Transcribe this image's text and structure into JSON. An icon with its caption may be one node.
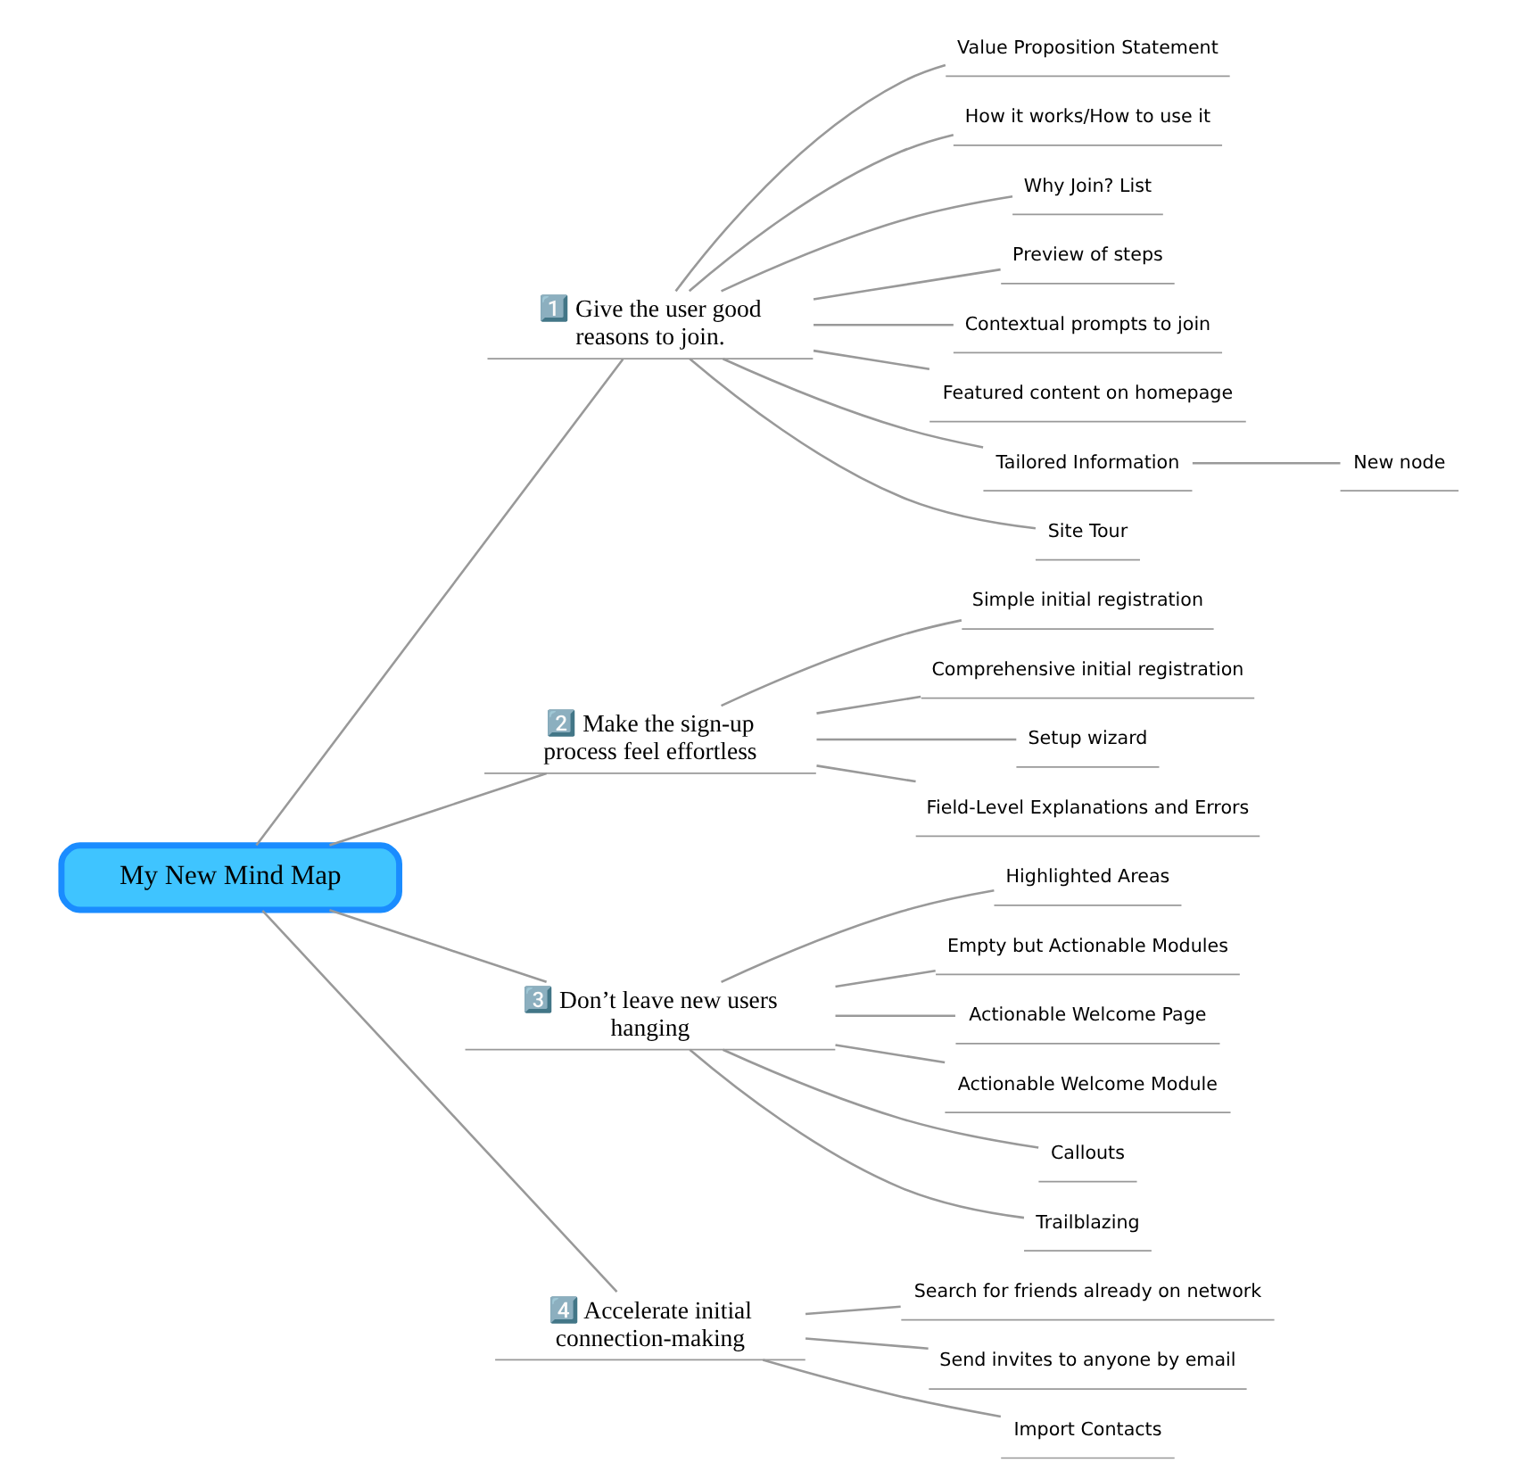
{
  "diagram": {
    "nodes": [
      {
        "text": [
          "My New Mind Map"
        ]
      },
      {
        "text": [
          "1️⃣ Give the user good reasons to join."
        ]
      },
      {
        "text": [
          "Value Proposition Statement"
        ]
      },
      {
        "text": [
          "How it works/How to use it"
        ]
      },
      {
        "text": [
          "Why Join? List"
        ]
      },
      {
        "text": [
          "Preview of steps"
        ]
      },
      {
        "text": [
          "Contextual prompts to join"
        ]
      },
      {
        "text": [
          "Featured content on homepage"
        ]
      },
      {
        "text": [
          "Tailored Information"
        ]
      },
      {
        "text": [
          "New node"
        ]
      },
      {
        "text": [
          "Site Tour"
        ]
      },
      {
        "text": [
          "2️⃣ Make the sign-up process feel effortless"
        ]
      },
      {
        "text": [
          "Simple initial registration"
        ]
      },
      {
        "text": [
          "Comprehensive initial registration"
        ]
      },
      {
        "text": [
          "Setup wizard"
        ]
      },
      {
        "text": [
          "Field-Level Explanations and Errors"
        ]
      },
      {
        "text": [
          "3️⃣ Don’t leave new users hanging"
        ]
      },
      {
        "text": [
          "Highlighted Areas"
        ]
      },
      {
        "text": [
          "Empty but Actionable Modules"
        ]
      },
      {
        "text": [
          "Actionable Welcome Page"
        ]
      },
      {
        "text": [
          "Actionable Welcome Module"
        ]
      },
      {
        "text": [
          "Callouts"
        ]
      },
      {
        "text": [
          "Trailblazing"
        ]
      },
      {
        "text": [
          "4️⃣ Accelerate initial connection-making"
        ]
      },
      {
        "text": [
          "Search for friends already on network"
        ]
      },
      {
        "text": [
          "Send invites to anyone by email"
        ]
      },
      {
        "text": [
          "Import Contacts"
        ]
      }
    ],
    "edges": [
      {
        "from": 0,
        "to": 1,
        "arrow": "none"
      },
      {
        "from": 1,
        "to": 2,
        "arrow": "none"
      },
      {
        "from": 1,
        "to": 3,
        "arrow": "none"
      },
      {
        "from": 1,
        "to": 4,
        "arrow": "none"
      },
      {
        "from": 1,
        "to": 5,
        "arrow": "none"
      },
      {
        "from": 1,
        "to": 6,
        "arrow": "none"
      },
      {
        "from": 1,
        "to": 7,
        "arrow": "none"
      },
      {
        "from": 1,
        "to": 8,
        "arrow": "none"
      },
      {
        "from": 8,
        "to": 9,
        "arrow": "none"
      },
      {
        "from": 1,
        "to": 10,
        "arrow": "none"
      },
      {
        "from": 0,
        "to": 11,
        "arrow": "none"
      },
      {
        "from": 11,
        "to": 12,
        "arrow": "none"
      },
      {
        "from": 11,
        "to": 13,
        "arrow": "none"
      },
      {
        "from": 11,
        "to": 14,
        "arrow": "none"
      },
      {
        "from": 11,
        "to": 15,
        "arrow": "none"
      },
      {
        "from": 0,
        "to": 16,
        "arrow": "none"
      },
      {
        "from": 16,
        "to": 17,
        "arrow": "none"
      },
      {
        "from": 16,
        "to": 18,
        "arrow": "none"
      },
      {
        "from": 16,
        "to": 19,
        "arrow": "none"
      },
      {
        "from": 16,
        "to": 20,
        "arrow": "none"
      },
      {
        "from": 16,
        "to": 21,
        "arrow": "none"
      },
      {
        "from": 16,
        "to": 22,
        "arrow": "none"
      },
      {
        "from": 0,
        "to": 23,
        "arrow": "none"
      },
      {
        "from": 23,
        "to": 24,
        "arrow": "none"
      },
      {
        "from": 23,
        "to": 25,
        "arrow": "none"
      },
      {
        "from": 23,
        "to": 26,
        "arrow": "none"
      }
    ]
  }
}
